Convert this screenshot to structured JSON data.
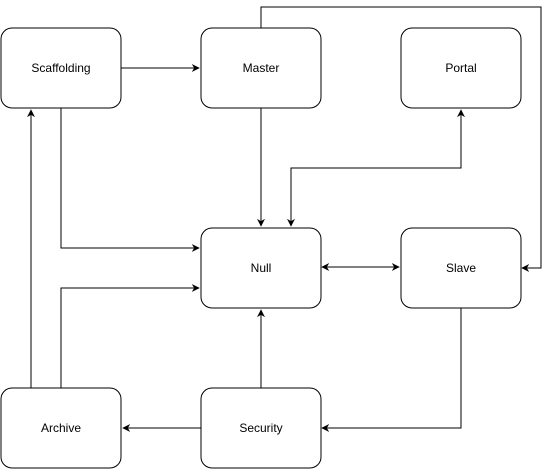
{
  "diagram": {
    "nodes": {
      "scaffolding": "Scaffolding",
      "master": "Master",
      "portal": "Portal",
      "null": "Null",
      "slave": "Slave",
      "archive": "Archive",
      "security": "Security"
    },
    "edges": [
      {
        "from": "Scaffolding",
        "to": "Master"
      },
      {
        "from": "Scaffolding",
        "to": "Null"
      },
      {
        "from": "Master",
        "to": "Null"
      },
      {
        "from": "Master",
        "to": "Slave"
      },
      {
        "from": "Null",
        "to": "Portal"
      },
      {
        "from": "Portal",
        "to": "Null"
      },
      {
        "from": "Null",
        "to": "Slave"
      },
      {
        "from": "Slave",
        "to": "Null"
      },
      {
        "from": "Slave",
        "to": "Security"
      },
      {
        "from": "Security",
        "to": "Null"
      },
      {
        "from": "Security",
        "to": "Archive"
      },
      {
        "from": "Archive",
        "to": "Scaffolding"
      },
      {
        "from": "Archive",
        "to": "Null"
      }
    ],
    "colors": {
      "stroke": "#000000",
      "fill": "#ffffff"
    }
  }
}
